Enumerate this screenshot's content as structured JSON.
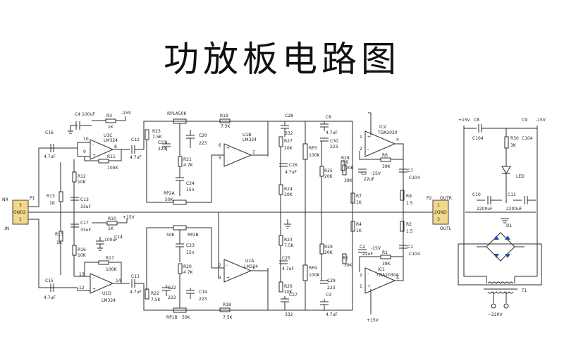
{
  "title": "功放板电路图",
  "connectors": {
    "p1": {
      "ref": "P1",
      "side_left": "NR",
      "side_left2": ".IN",
      "pins": [
        "3",
        "GND2",
        "1"
      ]
    },
    "p2": {
      "ref": "P2",
      "label_top": "OUTR",
      "label_bottom": "OUTL",
      "pins": [
        "1",
        "2GND",
        "3"
      ]
    }
  },
  "labels": {
    "C16": "C16",
    "C16v": "4.7uF",
    "C15": "C15",
    "C15v": "4.7uF",
    "C4": "C4",
    "C4v": "100uF",
    "R3": "R3",
    "R3v": "1K",
    "neg15a": "-15V",
    "U1C": "U1C",
    "U1Cm": "LM324",
    "C12": "C12",
    "C12v": "4.7uF",
    "R11": "R11",
    "R11v": "100K",
    "R12": "R12",
    "R12v": "10K",
    "R13": "R13",
    "R13v": "1K",
    "C13": "C13",
    "C13v": "33uF",
    "C17": "C17",
    "C17v": "33uF",
    "R10": "R10",
    "R10v": "1K",
    "pos15a": "+15V",
    "C14": "C14",
    "C14v": "100uF",
    "R15": "R15",
    "R15v": "1K",
    "R16": "R16",
    "R16v": "10K",
    "R17": "R17",
    "R17v": "100K",
    "U1D": "U1D",
    "U1Dm": "LM324",
    "C13b": "C13",
    "C13bv": "4.7uF",
    "RP1A": "RP1A50K",
    "R19": "R19",
    "R19v": "7.5K",
    "R23": "R23",
    "R23v": "7.5K",
    "C20": "C20",
    "C20v": "223",
    "C23": "C23",
    "C23v": "223",
    "R21": "R21",
    "R21v": "4.7K",
    "C24": "C24",
    "C24v": "15n",
    "RP2A": "RP2A",
    "RP2Av": "50K",
    "U1B": "U1B",
    "U1Bm": "LM324",
    "RP2B": "RP2B",
    "RP2Bv": "50K",
    "C23b": "C23",
    "C23bv": "15n",
    "R20": "R20",
    "R20v": "4.7K",
    "C22": "C22",
    "C22v": "223",
    "C19": "C19",
    "C19v": "223",
    "R22": "R22",
    "R22v": "7.5K",
    "RP1B": "RP1B",
    "RP1Bv": "50K",
    "R18": "R18",
    "R18v": "7.5K",
    "U1A": "U1A",
    "U1Am": "LM324",
    "C28": "C28",
    "C28v": "332",
    "R27": "R27",
    "R27v": "20K",
    "R24": "R24",
    "R24v": "20K",
    "C26": "C26",
    "C26v": "4.7uF",
    "RP3": "RP3",
    "RP3v": "100K",
    "C6": "C6",
    "C6v": "4.7uF",
    "C30": "C30",
    "C30v": "223",
    "R28": "R28",
    "R28v": "20K",
    "R25": "R25",
    "R25v": "20K",
    "C25": "C25",
    "C25v": "4.7uF",
    "R26": "R26",
    "R26v": "20K",
    "C27": "C27",
    "C27v": "332",
    "RP4": "RP4",
    "RP4v": "100K",
    "R29": "R29",
    "R29v": "20K",
    "C29": "C29",
    "C29v": "223",
    "C3": "C3",
    "C3v": "4.7uF",
    "R8": "R8",
    "R8v": "39K",
    "R7": "R7",
    "R7v": "1K",
    "R4": "R4",
    "R4v": "1K",
    "R5": "R5",
    "R5v": "39K",
    "C5": "C5",
    "C5v": "22uF",
    "C5n": "-15V",
    "C2": "C2",
    "C2v": "22uF",
    "C2n": "-15V",
    "IC2": "IC2",
    "IC2m": "TDA2030",
    "IC1": "IC1",
    "IC1m": "TDA2030A",
    "R6": "R6",
    "R6v": "39K",
    "R1": "R1",
    "R1v": "39K",
    "C7": "C7",
    "C7v": "C104",
    "C1": "C1",
    "C1v": "C104",
    "R9": "R9",
    "R9v": "1.5",
    "R2": "R2",
    "R2v": "1.5",
    "pos15b": "+15V",
    "C8": "C8",
    "C8v": "C104",
    "C9": "C9",
    "C9v": "C104",
    "neg15b": "-15V",
    "pos15c": "+15V",
    "R30": "R30",
    "R30v": "3K",
    "LED": "LED",
    "C10": "C10",
    "C10v": "2200uF",
    "C11": "C11",
    "C11v": "2200uF",
    "D1": "D1",
    "T1": "T1",
    "ac220": "~220V"
  }
}
